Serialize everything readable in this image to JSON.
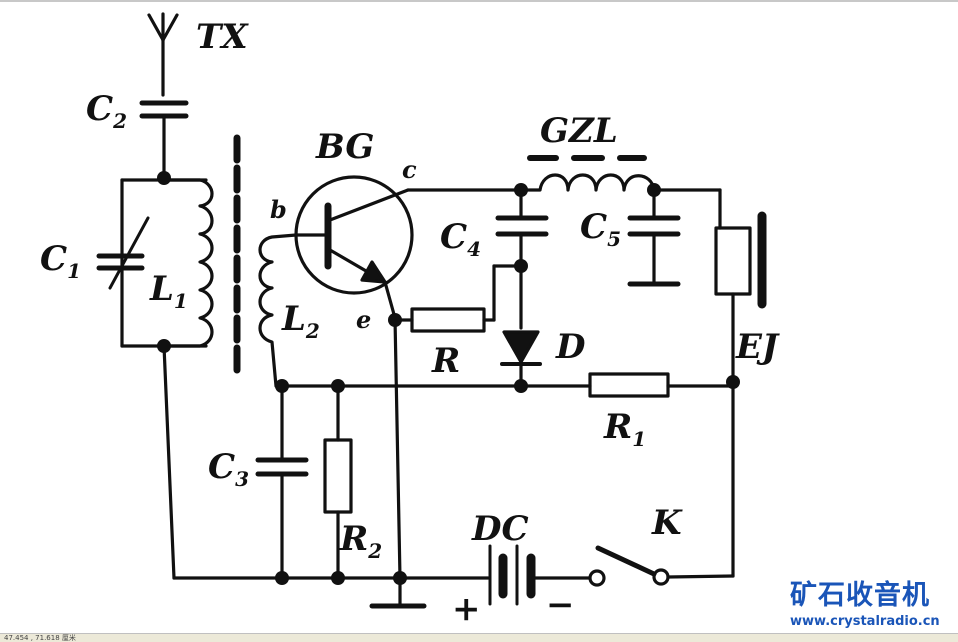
{
  "labels": {
    "tx": "TX",
    "bg": "BG",
    "gzl": "GZL",
    "c1": "C",
    "c1_sub": "1",
    "c2": "C",
    "c2_sub": "2",
    "c3": "C",
    "c3_sub": "3",
    "c4": "C",
    "c4_sub": "4",
    "c5": "C",
    "c5_sub": "5",
    "l1": "L",
    "l1_sub": "1",
    "l2": "L",
    "l2_sub": "2",
    "r": "R",
    "r1": "R",
    "r1_sub": "1",
    "r2": "R",
    "r2_sub": "2",
    "d": "D",
    "ej": "EJ",
    "dc": "DC",
    "k": "K",
    "pin_b": "b",
    "pin_c": "c",
    "pin_e": "e",
    "plus": "+",
    "minus": "−"
  },
  "watermark": {
    "title": "矿石收音机",
    "url": "www.crystalradio.cn",
    "color": "#1a55b8"
  },
  "status_bar": {
    "text": "47.454 , 71.618 厘米"
  },
  "colors": {
    "ink": "#111111",
    "background": "#ffffff"
  }
}
